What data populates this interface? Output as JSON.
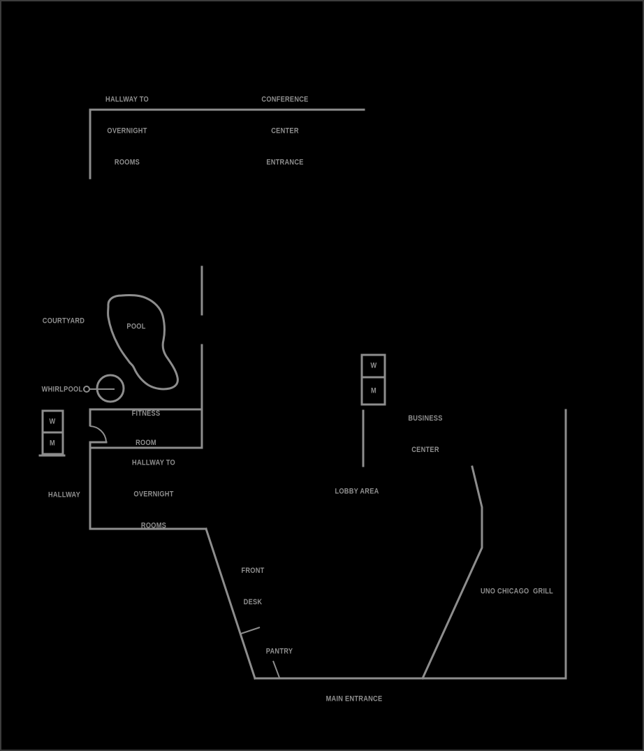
{
  "map": {
    "background": "#000000",
    "line_color": "#8d8d8d",
    "text_color": "#8f8f8f",
    "frame_color": "#3d3d3d"
  },
  "labels": {
    "hallway_overnight_top": {
      "lines": [
        "HALLWAY TO",
        "OVERNIGHT",
        "ROOMS"
      ]
    },
    "conference_center_entrance": {
      "lines": [
        "CONFERENCE",
        "CENTER",
        "ENTRANCE"
      ]
    },
    "courtyard": {
      "text": "COURTYARD"
    },
    "pool": {
      "text": "POOL"
    },
    "whirlpool": {
      "text": "WHIRLPOOL"
    },
    "fitness_room": {
      "lines": [
        "FITNESS",
        "ROOM"
      ]
    },
    "restroom_courtyard": {
      "women": "W",
      "men": "M"
    },
    "hallway": {
      "text": "HALLWAY"
    },
    "hallway_overnight_mid": {
      "lines": [
        "HALLWAY TO",
        "OVERNIGHT",
        "ROOMS"
      ]
    },
    "restroom_lobby": {
      "women": "W",
      "men": "M"
    },
    "business_center": {
      "lines": [
        "BUSINESS",
        "CENTER"
      ]
    },
    "lobby_area": {
      "text": "LOBBY AREA"
    },
    "front_desk": {
      "lines": [
        "FRONT",
        "DESK"
      ]
    },
    "pantry": {
      "text": "PANTRY"
    },
    "uno_chicago_grill": {
      "text": "UNO CHICAGO  GRILL"
    },
    "main_entrance": {
      "text": "MAIN ENTRANCE"
    }
  }
}
